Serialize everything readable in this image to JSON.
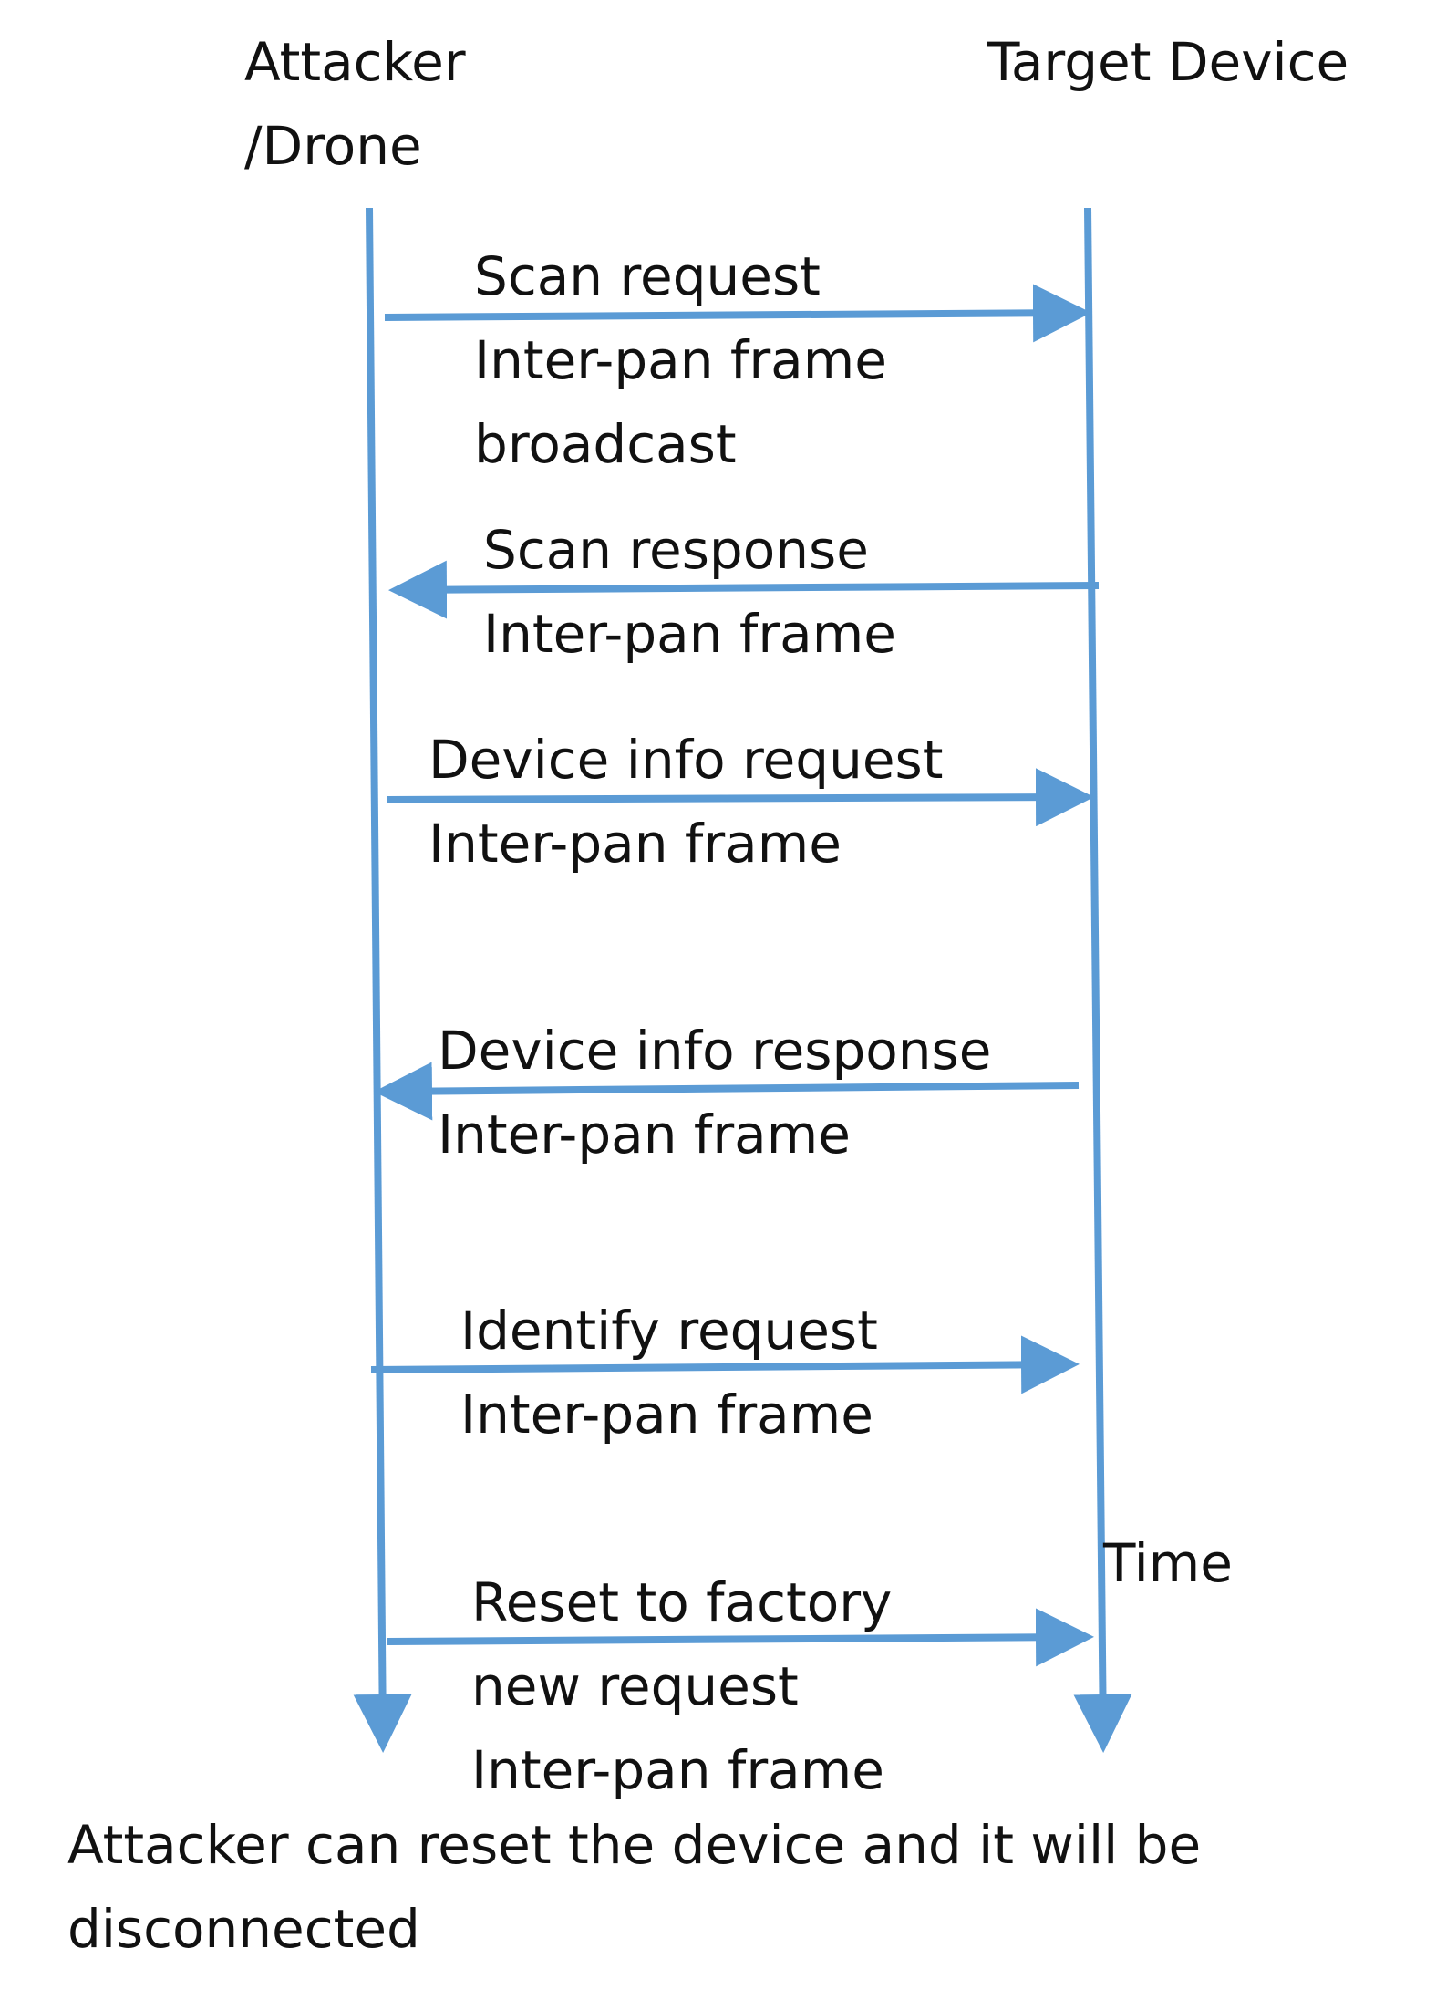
{
  "colors": {
    "arrow": "#5b9bd5",
    "text": "#111111",
    "background": "#ffffff"
  },
  "actors": {
    "attacker": {
      "line1": "Attacker",
      "line2": "/Drone"
    },
    "target": {
      "line1": "Target Device"
    }
  },
  "messages": [
    {
      "direction": "to-target",
      "lines": [
        "Scan request",
        "Inter-pan frame",
        "broadcast"
      ]
    },
    {
      "direction": "to-attacker",
      "lines": [
        "Scan response",
        "Inter-pan frame"
      ]
    },
    {
      "direction": "to-target",
      "lines": [
        "Device info  request",
        "Inter-pan frame"
      ]
    },
    {
      "direction": "to-attacker",
      "lines": [
        "Device info  response",
        "Inter-pan frame"
      ]
    },
    {
      "direction": "to-target",
      "lines": [
        "Identify request",
        "Inter-pan frame"
      ]
    },
    {
      "direction": "to-target",
      "lines": [
        "Reset to factory",
        "new request",
        "Inter-pan frame"
      ]
    }
  ],
  "time_label": "Time",
  "caption": {
    "line1": "Attacker can reset the device and it will be",
    "line2": "disconnected"
  }
}
